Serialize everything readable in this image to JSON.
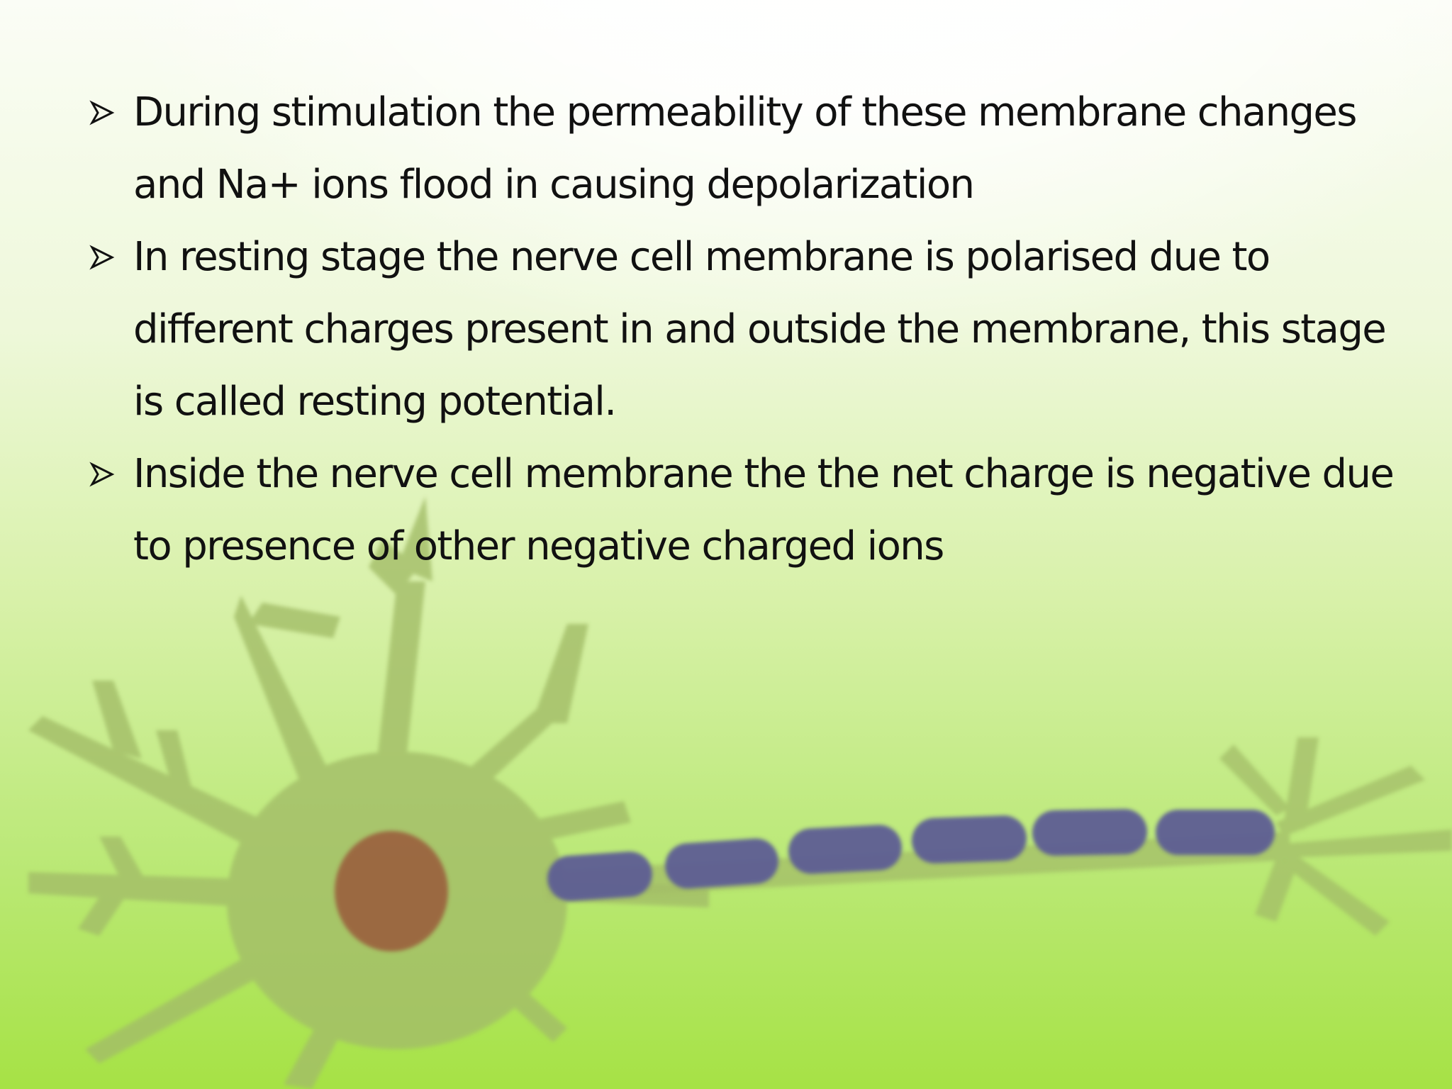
{
  "slide": {
    "bullets": [
      {
        "icon": "arrow-bullet-icon",
        "text": "During stimulation the permeability of these membrane changes and Na+ ions flood in causing depolarization"
      },
      {
        "icon": "arrow-bullet-icon",
        "text": "In resting stage the nerve cell membrane is polarised due to different charges present  in and outside the membrane, this stage is called resting potential."
      },
      {
        "icon": "arrow-bullet-icon",
        "text": "Inside the nerve cell membrane the the net charge is negative due to presence of other negative charged ions"
      }
    ],
    "illustration": "neuron-illustration",
    "colors": {
      "neuron_body": "#a3bd67",
      "nucleus": "#9a5a3a",
      "myelin": "#5d5d94",
      "text": "#111111"
    }
  }
}
